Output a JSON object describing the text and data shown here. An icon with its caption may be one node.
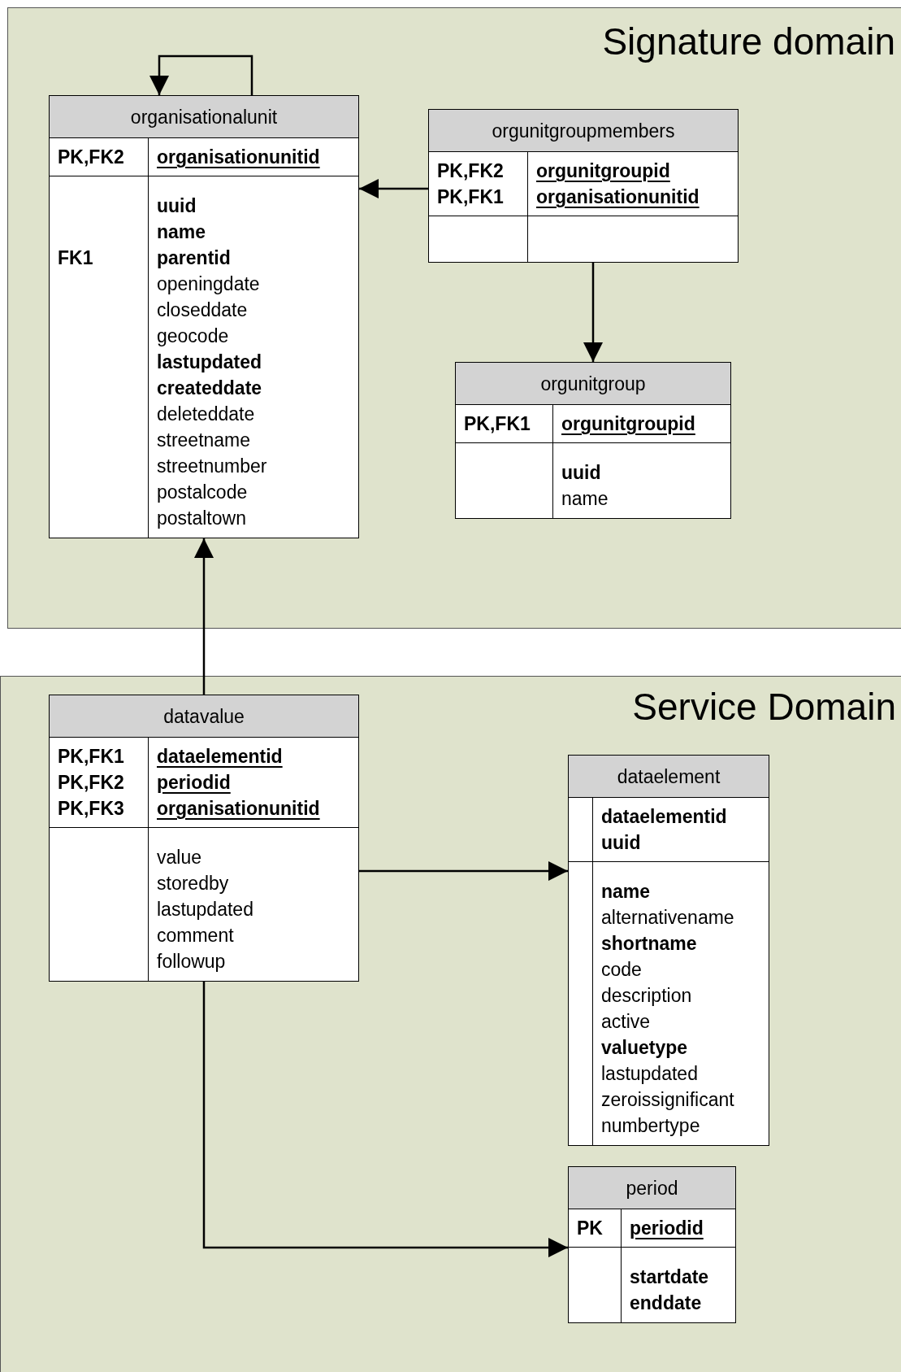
{
  "diagram": {
    "nodes": [
      {
        "text": [
          "Signature domain"
        ]
      },
      {
        "text": [
          "organisationalunit",
          "PK,FK2",
          "organisationunitid",
          "FK1",
          "uuid",
          "name",
          "parentid",
          "openingdate",
          "closeddate",
          "geocode",
          "lastupdated",
          "createddate",
          "deleteddate",
          "streetname",
          "streetnumber",
          "postalcode",
          "postaltown"
        ],
        "in": 0
      },
      {
        "text": [
          "orgunitgroupmembers",
          "PK,FK2",
          "PK,FK1",
          "orgunitgroupid",
          "organisationunitid"
        ],
        "in": 0
      },
      {
        "text": [
          "orgunitgroup",
          "PK,FK1",
          "orgunitgroupid",
          "uuid",
          "name"
        ],
        "in": 0
      },
      {
        "text": [
          "Service Domain"
        ]
      },
      {
        "text": [
          "datavalue",
          "PK,FK1",
          "PK,FK2",
          "PK,FK3",
          "dataelementid",
          "periodid",
          "organisationunitid",
          "value",
          "storedby",
          "lastupdated",
          "comment",
          "followup"
        ],
        "in": 4
      },
      {
        "text": [
          "dataelement",
          "dataelementid",
          "uuid",
          "name",
          "alternativename",
          "shortname",
          "code",
          "description",
          "active",
          "valuetype",
          "lastupdated",
          "zeroissignificant",
          "numbertype"
        ],
        "in": 4
      },
      {
        "text": [
          "period",
          "PK",
          "periodid",
          "startdate",
          "enddate"
        ],
        "in": 4
      }
    ],
    "edges": [
      {
        "from": 1,
        "to": 1,
        "arrow": "to"
      },
      {
        "from": 2,
        "to": 1,
        "arrow": "to"
      },
      {
        "from": 2,
        "to": 3,
        "arrow": "to"
      },
      {
        "from": 5,
        "to": 1,
        "arrow": "to"
      },
      {
        "from": 5,
        "to": 6,
        "arrow": "to"
      },
      {
        "from": 5,
        "to": 7,
        "arrow": "to"
      }
    ]
  }
}
